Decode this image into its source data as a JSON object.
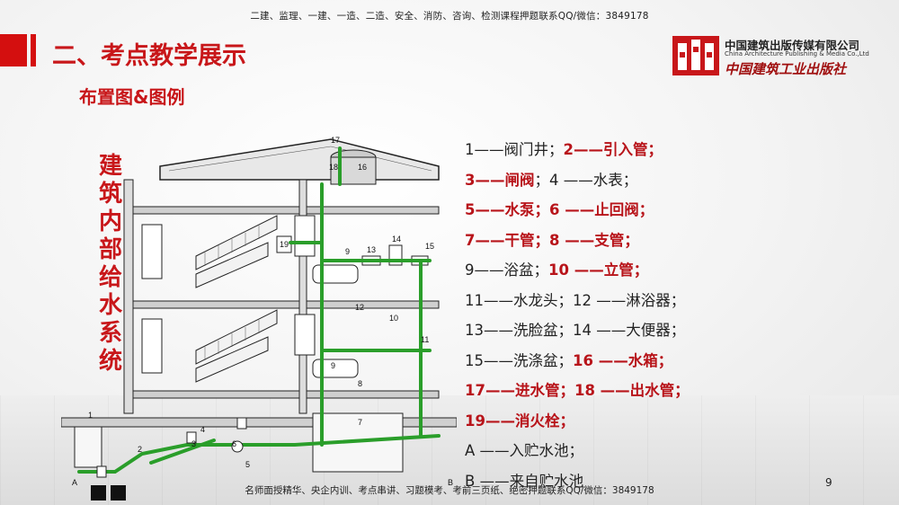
{
  "banner_top": "二建、监理、一建、一造、二造、安全、消防、咨询、检测课程押题联系QQ/微信：3849178",
  "banner_bottom": "名师面授精华、央企内训、考点串讲、习题模考、考前三页纸、绝密押题联系QQ/微信：3849178",
  "section_title": "二、考点教学展示",
  "sub_title": "布置图&图例",
  "vertical_title": [
    "建",
    "筑",
    "内",
    "部",
    "给",
    "水",
    "系",
    "统"
  ],
  "publisher": {
    "name_cn": "中国建筑出版传媒有限公司",
    "name_en": "China Architecture Publishing & Media Co.,Ltd",
    "name_cn_brand": "中国建筑工业出版社"
  },
  "legend": [
    [
      {
        "text": "1——阀门井；",
        "red": false
      },
      {
        "text": "2——引入管；",
        "red": true
      }
    ],
    [
      {
        "text": "3——闸阀",
        "red": true
      },
      {
        "text": "；4 ——水表；",
        "red": false
      }
    ],
    [
      {
        "text": "5——水泵；6 ——止回阀；",
        "red": true
      }
    ],
    [
      {
        "text": "7——干管；8 ——支管；",
        "red": true
      }
    ],
    [
      {
        "text": "9——浴盆；",
        "red": false
      },
      {
        "text": "10 ——立管；",
        "red": true
      }
    ],
    [
      {
        "text": "11——水龙头；12 ——淋浴器；",
        "red": false
      }
    ],
    [
      {
        "text": "13——洗脸盆；14 ——大便器；",
        "red": false
      }
    ],
    [
      {
        "text": "15——洗涤盆；",
        "red": false
      },
      {
        "text": "16 ——水箱；",
        "red": true
      }
    ],
    [
      {
        "text": "17——进水管；18 ——出水管；",
        "red": true
      }
    ],
    [
      {
        "text": "19——消火栓；",
        "red": true
      }
    ],
    [
      {
        "text": "A ——入贮水池；",
        "red": false
      }
    ],
    [
      {
        "text": "B ——来自贮水池",
        "red": false
      }
    ]
  ],
  "diagram_labels": [
    "17",
    "18",
    "16",
    "19",
    "9",
    "13",
    "14",
    "15",
    "12",
    "10",
    "11",
    "9",
    "8",
    "7",
    "1",
    "2",
    "3",
    "4",
    "6",
    "5",
    "A",
    "B"
  ],
  "page_number": "9",
  "colors": {
    "accent": "#c8171a",
    "pipe": "#2a9e2a"
  }
}
